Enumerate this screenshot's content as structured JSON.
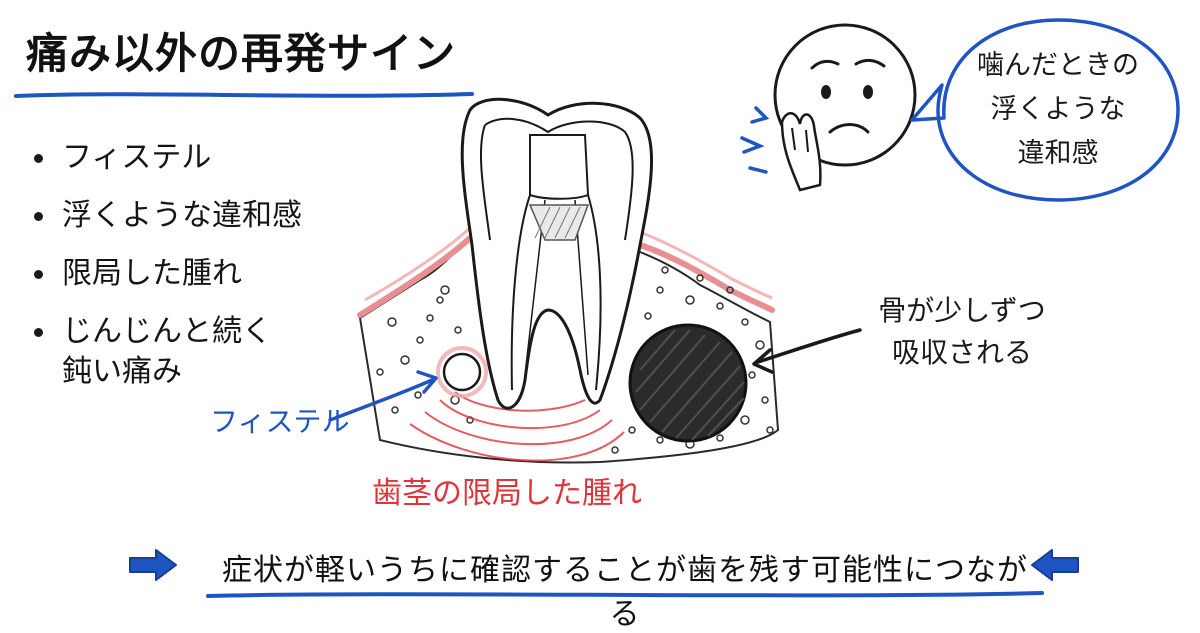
{
  "title": "痛み以外の再発サイン",
  "bullets": [
    {
      "text": "フィステル"
    },
    {
      "text": "浮くような違和感"
    },
    {
      "text": "限局した腫れ"
    },
    {
      "text": "じんじんと続く",
      "line2": "鈍い痛み"
    }
  ],
  "labels": {
    "fistula": "フィステル",
    "swelling": "歯茎の限局した腫れ",
    "bone_line1": "骨が少しずつ",
    "bone_line2": "吸収される"
  },
  "bubble": {
    "line1": "噛んだときの",
    "line2": "浮くような",
    "line3": "違和感"
  },
  "footer": {
    "message": "症状が軽いうちに確認することが歯を残す可能性につながる"
  },
  "colors": {
    "accent_blue": "#1f55c2",
    "alert_red": "#e0343a",
    "gum_pink": "#f4a7a9",
    "ink": "#1a1a1a"
  },
  "icons": [
    "worried-face-icon",
    "tooth-diagram",
    "arrow-right-icon",
    "arrow-left-icon"
  ]
}
